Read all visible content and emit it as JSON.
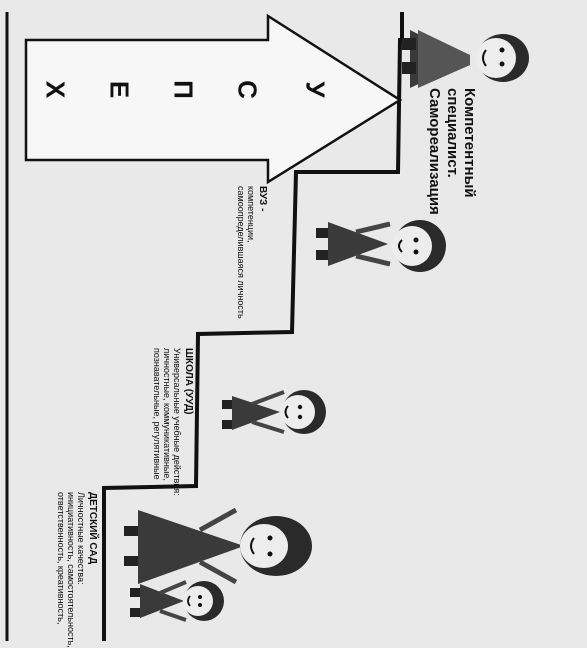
{
  "arrow": {
    "letters": [
      "У",
      "С",
      "П",
      "Е",
      "Х"
    ]
  },
  "steps": {
    "top": {
      "lines": [
        "Компетентный",
        "специалист.",
        "Самореализация"
      ]
    },
    "university": {
      "lines": [
        "ВУЗ -",
        "компетенции,",
        "самоопределившаяся личность"
      ]
    },
    "school": {
      "lines": [
        "ШКОЛА (УУД)",
        "Универсальные учебные действия:",
        "личностные, коммуникативные,",
        "познавательные, регулятивные"
      ]
    },
    "kindergarten": {
      "lines": [
        "ДЕТСКИЙ САД",
        "Личностные качества:",
        "инициативность, самостоятельность,",
        "ответственность, креативность,"
      ]
    }
  },
  "colors": {
    "background": "#e9e9ea",
    "line": "#111111",
    "face": "#ededed",
    "hair": "#2a2a2a",
    "body": "#3a3a3a",
    "tie": "#555555"
  }
}
